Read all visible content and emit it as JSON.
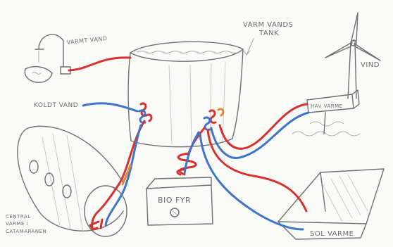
{
  "labels": {
    "varmt_vand": "VARMT VAND",
    "varmvands_tank_line1": "VARM VANDS",
    "varmvands_tank_line2": "TANK",
    "vind": "VIND",
    "koldt_vand": "KOLDT VAND",
    "hav_varme": "HAV VARME",
    "bio_fyr": "BIO FYR",
    "sol_varme": "SOL VARME",
    "central_varme_line1": "CENTRAL",
    "central_varme_line2": "VARME I",
    "central_varme_line3": "CATAMARANEN"
  },
  "colors": {
    "hot_pipe": "#d6322d",
    "cold_pipe": "#3f74c8",
    "pencil": "#6f6f6f",
    "paper": "#fafaf8"
  },
  "elements": {
    "tank": "hot-water-tank",
    "tap": "tap-icon",
    "wind_turbine": "wind-turbine-icon",
    "heat_pump": "sea-heat-pump",
    "biomass_burner": "bio-burner",
    "solar_panel": "solar-collector",
    "catamaran_hull": "catamaran-hull"
  }
}
